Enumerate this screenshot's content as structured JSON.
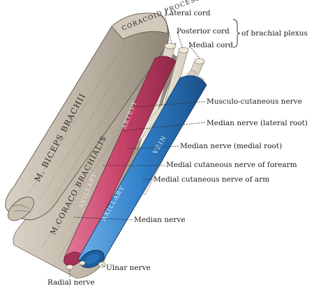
{
  "labels": {
    "lateral_cord": "Lateral cord",
    "posterior_cord": "Posterior cord",
    "medial_cord": "Medial cord",
    "brachial_plexus": "of brachial plexus",
    "musculo_cutaneous": "Musculo-cutaneous nerve",
    "median_lateral_root": "Median nerve (lateral root)",
    "median_medial_root": "Median nerve (medial root)",
    "medial_cut_forearm": "Medial cutaneous nerve of forearm",
    "medial_cut_arm": "Medial cutaneous nerve of arm",
    "median_nerve": "Median nerve",
    "ulnar_nerve": "Ulnar nerve",
    "radial_nerve": "Radial nerve"
  },
  "etched": {
    "coracoid_process": "CORACOID PROCESS",
    "biceps": "M. BICEPS BRACHII",
    "coracobrachialis": "M.CORACO BRACHIALIS",
    "artery_upper": "ARTERY",
    "artery_lower": "AXILLARY",
    "vein_upper": "VEIN",
    "vein_lower": "AXILLARY"
  },
  "colors": {
    "muscle": "#bdb3a4",
    "muscle_shadow": "#8e8476",
    "artery": "#c8436a",
    "vein": "#2f7fc8",
    "nerve": "#efe9dc",
    "ink": "#1e1a16"
  }
}
